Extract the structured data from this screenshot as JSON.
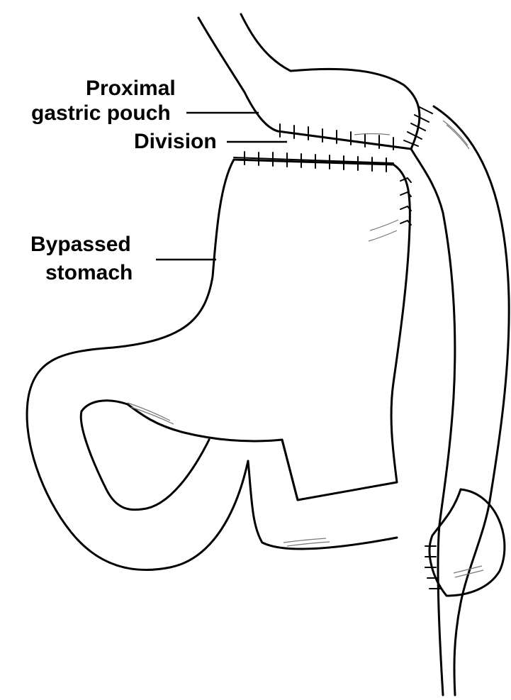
{
  "labels": {
    "proximal_line1": "Proximal",
    "proximal_line2": "gastric pouch",
    "division": "Division",
    "bypassed_line1": "Bypassed",
    "bypassed_line2": "stomach"
  }
}
